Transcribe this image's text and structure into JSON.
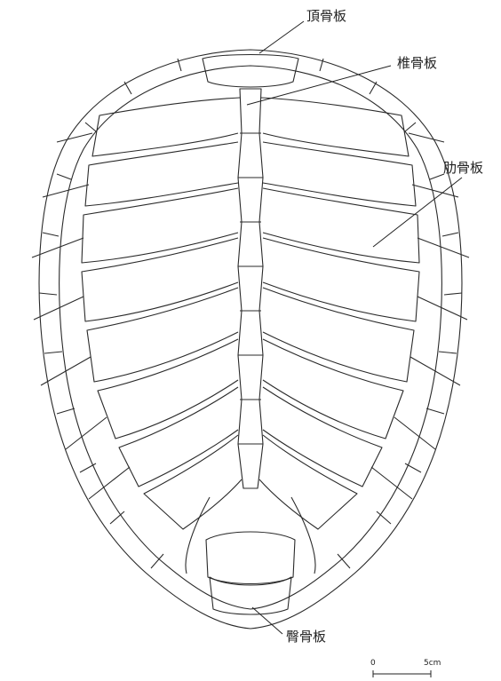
{
  "labels": {
    "nuchal": "頂骨板",
    "neural": "椎骨板",
    "costal": "肋骨板",
    "pygal": "臀骨板"
  },
  "scale_bar": {
    "start": "0",
    "end": "5cm"
  },
  "colors": {
    "line": "#2a2a2a",
    "fill": "#ffffff"
  }
}
